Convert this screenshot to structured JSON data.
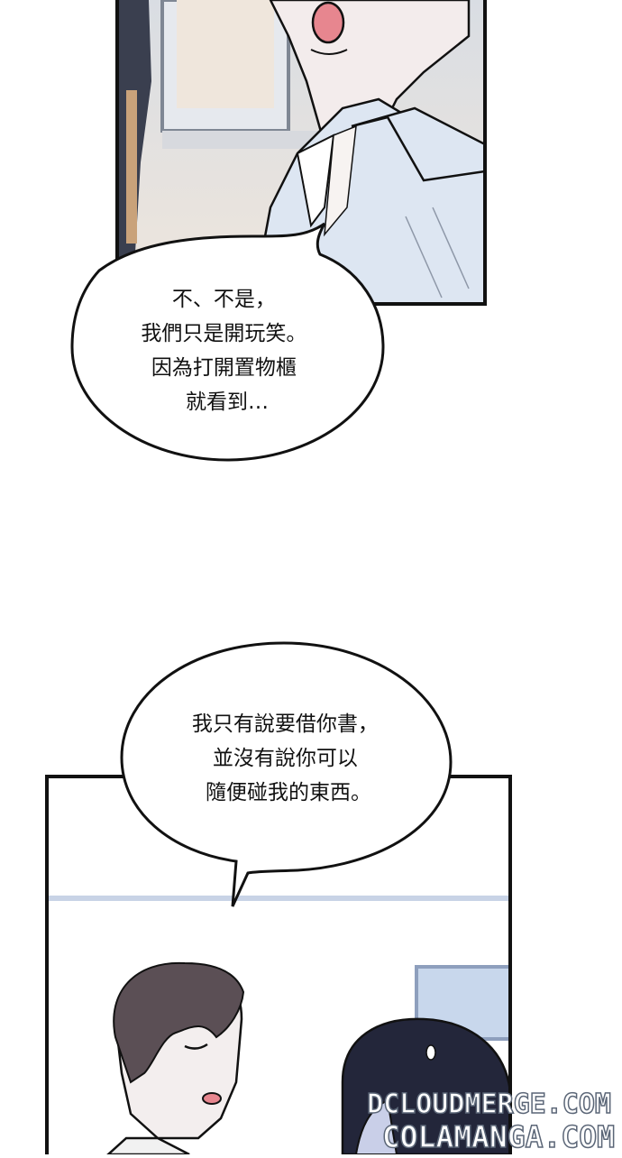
{
  "panel_top": {
    "bubble_lines": [
      "不、不是，",
      "我們只是開玩笑。",
      "因為打開置物櫃",
      "就看到…"
    ]
  },
  "panel_bottom": {
    "bubble_lines": [
      "我只有說要借你書，",
      "並沒有說你可以",
      "隨便碰我的東西。"
    ]
  },
  "watermark": {
    "line1": "DCLOUDMERGE.COM",
    "line2": "COLAMANGA.COM"
  },
  "colors": {
    "shirt_blue": "#dde6f2",
    "ink": "#111111",
    "hair_dark": "#5b4f55",
    "hair_navy": "#23263a",
    "mouth_pink": "#e7868f",
    "watermark_fill": "#ffffff",
    "watermark_stroke": "#5b6677"
  }
}
